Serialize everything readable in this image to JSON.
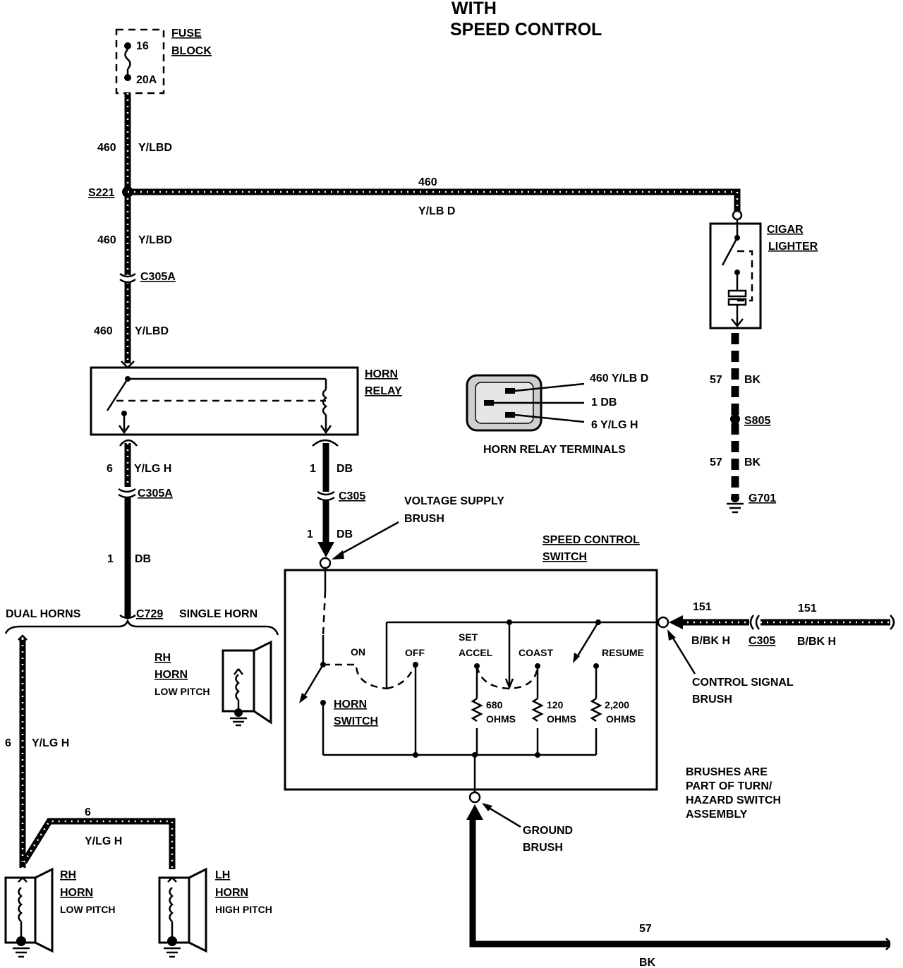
{
  "title": {
    "line1": "WITH",
    "line2": "SPEED CONTROL"
  },
  "fuse_block": {
    "label1": "FUSE",
    "label2": "BLOCK",
    "number": "16",
    "rating": "20A"
  },
  "wires": {
    "w460_a": {
      "num": "460",
      "color": "Y/LBD"
    },
    "w460_b": {
      "num": "460",
      "color": "Y/LBD"
    },
    "w460_c": {
      "num": "460",
      "color": "Y/LBD"
    },
    "w460_top": {
      "num": "460",
      "color": "Y/LB D"
    },
    "w6_relay": {
      "num": "6",
      "color": "Y/LG H"
    },
    "w1_left": {
      "num": "1",
      "color": "DB"
    },
    "w1_mid_a": {
      "num": "1",
      "color": "DB"
    },
    "w1_mid_b": {
      "num": "1",
      "color": "DB"
    },
    "w57_a": {
      "num": "57",
      "color": "BK"
    },
    "w57_b": {
      "num": "57",
      "color": "BK"
    },
    "w6_dual": {
      "num": "6",
      "color": "Y/LG H"
    },
    "w6_bottom": {
      "num": "6",
      "color": "Y/LG H"
    },
    "w151_a": {
      "num": "151",
      "color": "B/BK H"
    },
    "w151_b": {
      "num": "151",
      "color": "B/BK H"
    },
    "w57_bottom": {
      "num": "57",
      "color": "BK"
    }
  },
  "connectors": {
    "s221": "S221",
    "c305a_top": "C305A",
    "c305a_mid": "C305A",
    "c305": "C305",
    "c729": "C729",
    "c305_right": "C305",
    "s805": "S805",
    "g701": "G701"
  },
  "horn_relay": {
    "label1": "HORN",
    "label2": "RELAY"
  },
  "cigar_lighter": {
    "label1": "CIGAR",
    "label2": "LIGHTER"
  },
  "relay_terminals": {
    "t1": "460 Y/LB D",
    "t2": "1 DB",
    "t3": "6 Y/LG H",
    "caption": "HORN RELAY TERMINALS"
  },
  "voltage_brush": {
    "line1": "VOLTAGE SUPPLY",
    "line2": "BRUSH"
  },
  "speed_control_switch": {
    "label1": "SPEED CONTROL",
    "label2": "SWITCH",
    "on": "ON",
    "off": "OFF",
    "set": "SET",
    "accel": "ACCEL",
    "coast": "COAST",
    "resume": "RESUME",
    "horn_switch1": "HORN",
    "horn_switch2": "SWITCH",
    "r1_value": "680",
    "r2_value": "120",
    "r3_value": "2,200",
    "ohms": "OHMS"
  },
  "control_brush": {
    "line1": "CONTROL SIGNAL",
    "line2": "BRUSH"
  },
  "ground_brush": {
    "line1": "GROUND",
    "line2": "BRUSH"
  },
  "brushes_note": {
    "line1": "BRUSHES ARE",
    "line2": "PART OF TURN/",
    "line3": "HAZARD SWITCH",
    "line4": "ASSEMBLY"
  },
  "dual_horns": "DUAL HORNS",
  "single_horn": "SINGLE HORN",
  "horn_single": {
    "line1": "RH",
    "line2": "HORN",
    "line3": "LOW PITCH"
  },
  "horn_rh": {
    "line1": "RH",
    "line2": "HORN",
    "line3": "LOW PITCH"
  },
  "horn_lh": {
    "line1": "LH",
    "line2": "HORN",
    "line3": "HIGH PITCH"
  }
}
